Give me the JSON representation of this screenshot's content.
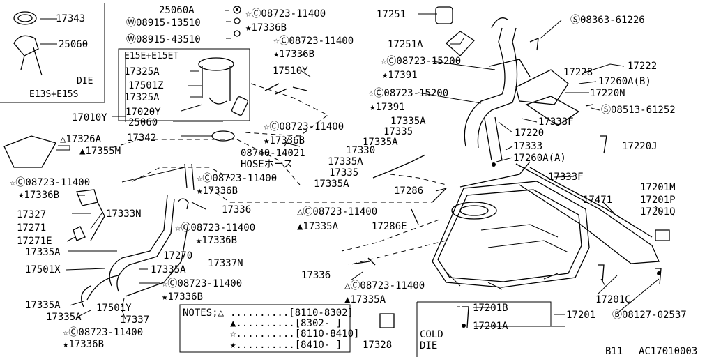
{
  "labels": [
    "17343",
    "25060",
    "DIE",
    "E13S+E15S",
    "E15E+E15ET",
    "25060A",
    "Ⓦ08915-13510",
    "Ⓦ08915-43510",
    "☆Ⓒ08723-11400",
    "★17336B",
    "☆Ⓒ08723-11400",
    "★17336B",
    "17325A",
    "17501Z",
    "17325A",
    "17510Y",
    "17020Y",
    "17010Y",
    "25060",
    "17342",
    "☆Ⓒ08723-11400",
    "★17336B",
    "08740-14021",
    "HOSEホース",
    "△17326A",
    "▲17355M",
    "☆Ⓒ08723-11400",
    "★17336B",
    "☆Ⓒ08723-11400",
    "★17336B",
    "17327",
    "17333N",
    "17336",
    "17271",
    "☆Ⓒ08723-11400",
    "★17336B",
    "17271E",
    "17335A",
    "17270",
    "17337N",
    "17501X",
    "17335A",
    "☆Ⓒ08723-11400",
    "★17336B",
    "17335A",
    "17501Y",
    "17335A",
    "17337",
    "☆Ⓒ08723-11400",
    "★17336B",
    "17251",
    "17251A",
    "Ⓢ08363-61226",
    "17222",
    "☆Ⓒ08723-15200",
    "17228",
    "★17391",
    "17260A(B)",
    "☆Ⓒ08723-15200",
    "17220N",
    "★17391",
    "Ⓢ08513-61252",
    "17333F",
    "17335A",
    "17335",
    "17220",
    "17335A",
    "17333",
    "17220J",
    "17330",
    "17260A(A)",
    "17335A",
    "17335",
    "17333F",
    "17335A",
    "17286",
    "17201M",
    "17201P",
    "17471",
    "17201Q",
    "△Ⓒ08723-11400",
    "▲17335A",
    "17286E",
    "17336",
    "△Ⓒ08723-11400",
    "▲17335A",
    "17201C",
    "17201B",
    "17201",
    "Ⓑ08127-02537",
    "17201A",
    "17328"
  ],
  "cold_box": [
    "COLD",
    "DIE"
  ],
  "notes": {
    "title": "NOTES;△",
    "rows": [
      "..........[8110-8302]",
      "▲..........[8302-    ]",
      "☆..........[8110-8410]",
      "★..........[8410-    ]"
    ]
  },
  "footer": {
    "code": "B11",
    "diagram_id": "AC17010003"
  }
}
